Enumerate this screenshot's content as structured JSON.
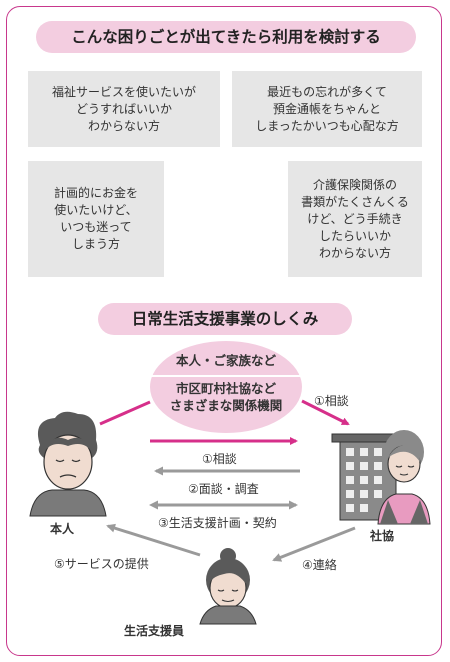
{
  "header_top": "こんな困りごとが出てきたら利用を検討する",
  "concerns": [
    "福祉サービスを使いたいが\nどうすればいいか\nわからない方",
    "最近もの忘れが多くて\n預金通帳をちゃんと\nしまったかいつも心配な方",
    "計画的にお金を\n使いたいけど、\nいつも迷って\nしまう方",
    "介護保険関係の\n書類がたくさんくる\nけど、どう手続き\nしたらいいか\nわからない方"
  ],
  "header_bottom": "日常生活支援事業のしくみ",
  "oval": {
    "top": "本人・ご家族など",
    "bottom": "市区町村社協など\nさまざまな関係機関"
  },
  "actors": {
    "person": "本人",
    "council": "社協",
    "supporter": "生活支援員"
  },
  "steps": {
    "consult_outer": "①相談",
    "consult": "①相談",
    "interview": "②面談・調査",
    "plan": "③生活支援計画・契約",
    "contact": "④連絡",
    "service": "⑤サービスの提供"
  },
  "colors": {
    "frame": "#c8378c",
    "pill": "#f3cde0",
    "arrow_pink": "#d62f8a",
    "arrow_gray": "#9a9a9a",
    "box": "#e6e6e6"
  }
}
